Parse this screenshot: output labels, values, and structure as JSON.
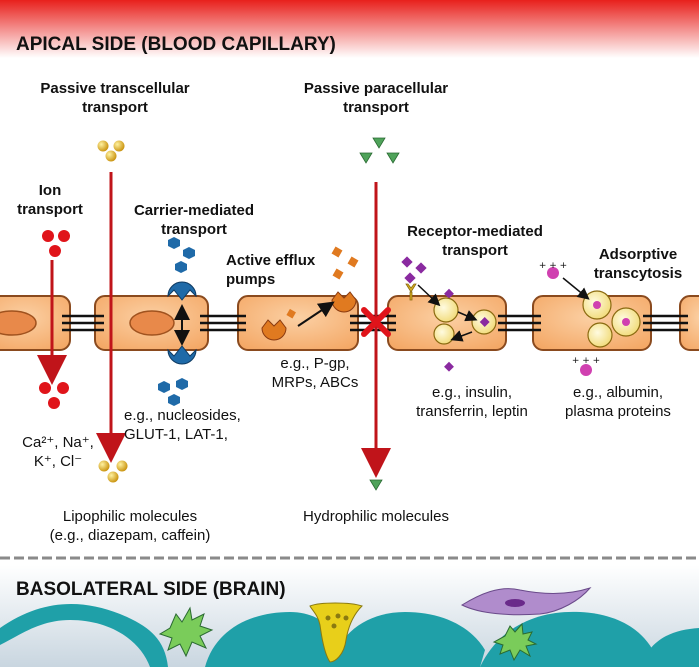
{
  "header": {
    "apical": "APICAL SIDE (BLOOD CAPILLARY)",
    "basolateral": "BASOLATERAL SIDE (BRAIN)"
  },
  "mechanisms": {
    "passive_transcellular": {
      "title": "Passive transcellular\ntransport"
    },
    "passive_paracellular": {
      "title": "Passive paracellular\ntransport"
    },
    "ion": {
      "title": "Ion\ntransport",
      "examples": "Ca²⁺, Na⁺,\nK⁺, Cl⁻"
    },
    "carrier": {
      "title": "Carrier-mediated\ntransport",
      "examples": "e.g., nucleosides,\nGLUT-1, LAT-1,"
    },
    "efflux": {
      "title": "Active efflux\npumps",
      "examples": "e.g., P-gp,\nMRPs, ABCs"
    },
    "receptor": {
      "title": "Receptor-mediated\ntransport",
      "examples": "e.g., insulin,\ntransferrin, leptin"
    },
    "adsorptive": {
      "title": "Adsorptive\ntranscytosis",
      "examples": "e.g., albumin,\nplasma proteins"
    }
  },
  "molecules": {
    "lipophilic": "Lipophilic molecules\n(e.g., diazepam, caffein)",
    "hydrophilic": "Hydrophilic molecules"
  },
  "colors": {
    "header_red": "#e8201c",
    "cell_fill": "#f9c08c",
    "cell_stroke": "#8a4a1e",
    "nucleus": "#e8894a",
    "arrow_red": "#c0141a",
    "ion_red": "#e0141a",
    "gold": "#e0b020",
    "green": "#4fa35a",
    "blue": "#1f6aa8",
    "orange": "#e07a20",
    "purple": "#8a2aa0",
    "astro_teal": "#1fa0a8",
    "astro_green": "#7acc5a",
    "astro_yellow": "#e8cf1a",
    "astro_purple": "#b08ccc"
  },
  "icons": [
    "ion-cluster-icon",
    "gold-molecule-icon",
    "green-triangle-icon",
    "transporter-icon",
    "efflux-pump-icon",
    "receptor-icon",
    "vesicle-icon",
    "astrocyte-icon",
    "block-x-icon"
  ]
}
